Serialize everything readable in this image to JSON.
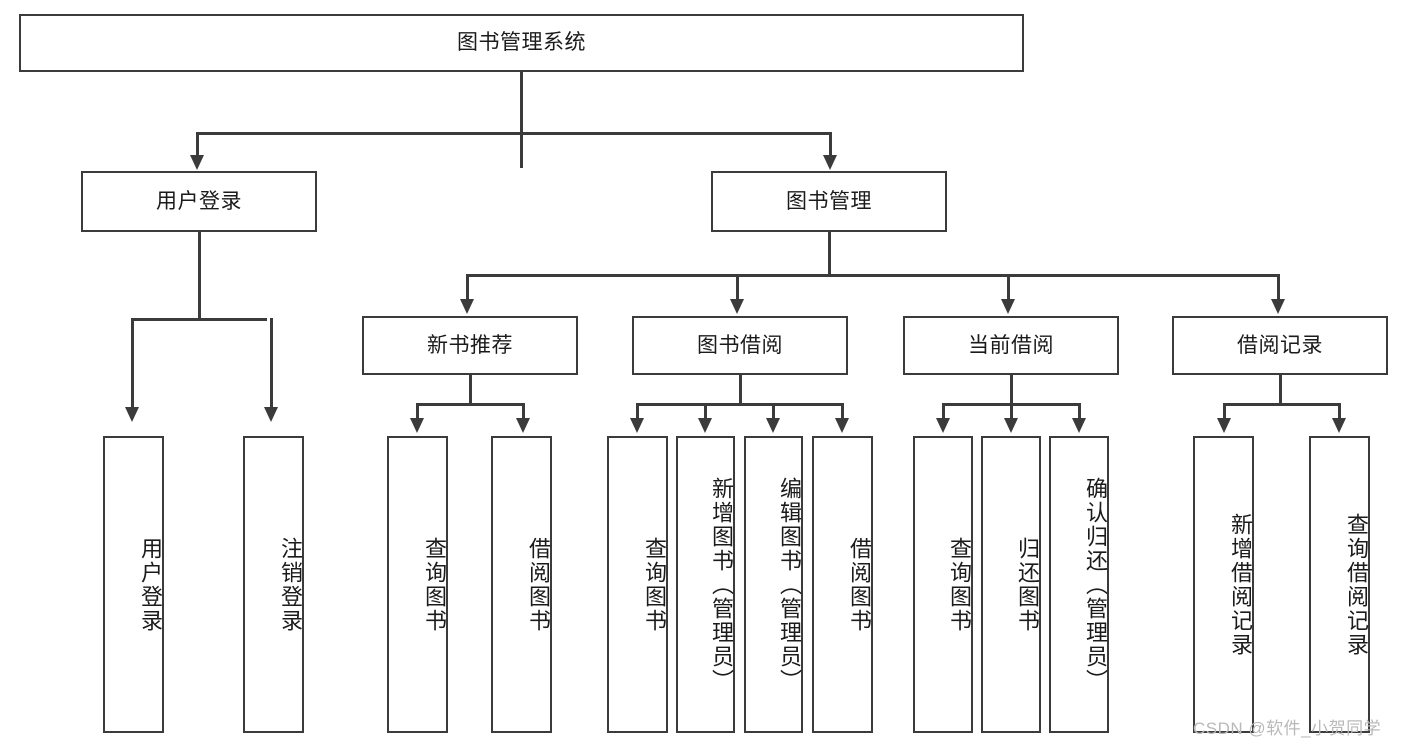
{
  "diagram": {
    "type": "tree-hierarchy",
    "title": "图书管理系统",
    "root": {
      "id": "root",
      "label": "图书管理系统"
    },
    "level2": [
      {
        "id": "user-login",
        "label": "用户登录"
      },
      {
        "id": "book-manage",
        "label": "图书管理"
      }
    ],
    "level3": [
      {
        "id": "new-book-recommend",
        "label": "新书推荐",
        "parent": "book-manage"
      },
      {
        "id": "book-borrow",
        "label": "图书借阅",
        "parent": "book-manage"
      },
      {
        "id": "current-borrow",
        "label": "当前借阅",
        "parent": "book-manage"
      },
      {
        "id": "borrow-record",
        "label": "借阅记录",
        "parent": "book-manage"
      }
    ],
    "leaves": {
      "user-login": [
        {
          "id": "leaf-user-login",
          "label": "用户登录"
        },
        {
          "id": "leaf-user-logout",
          "label": "注销登录"
        }
      ],
      "new-book-recommend": [
        {
          "id": "leaf-query-book-1",
          "label": "查询图书"
        },
        {
          "id": "leaf-borrow-book-1",
          "label": "借阅图书"
        }
      ],
      "book-borrow": [
        {
          "id": "leaf-query-book-2",
          "label": "查询图书"
        },
        {
          "id": "leaf-add-book",
          "label": "新增图书（管理员）"
        },
        {
          "id": "leaf-edit-book",
          "label": "编辑图书（管理员）"
        },
        {
          "id": "leaf-borrow-book-2",
          "label": "借阅图书"
        }
      ],
      "current-borrow": [
        {
          "id": "leaf-query-book-3",
          "label": "查询图书"
        },
        {
          "id": "leaf-return-book",
          "label": "归还图书"
        },
        {
          "id": "leaf-confirm-return",
          "label": "确认归还（管理员）"
        }
      ],
      "borrow-record": [
        {
          "id": "leaf-add-record",
          "label": "新增借阅记录"
        },
        {
          "id": "leaf-query-record",
          "label": "查询借阅记录"
        }
      ]
    }
  },
  "watermark": {
    "text": "CSDN @软件_小贺同学"
  },
  "colors": {
    "stroke": "#3b3b3b",
    "fill": "#ffffff",
    "text": "#1b1b1b",
    "watermark": "#b9b9b9"
  }
}
